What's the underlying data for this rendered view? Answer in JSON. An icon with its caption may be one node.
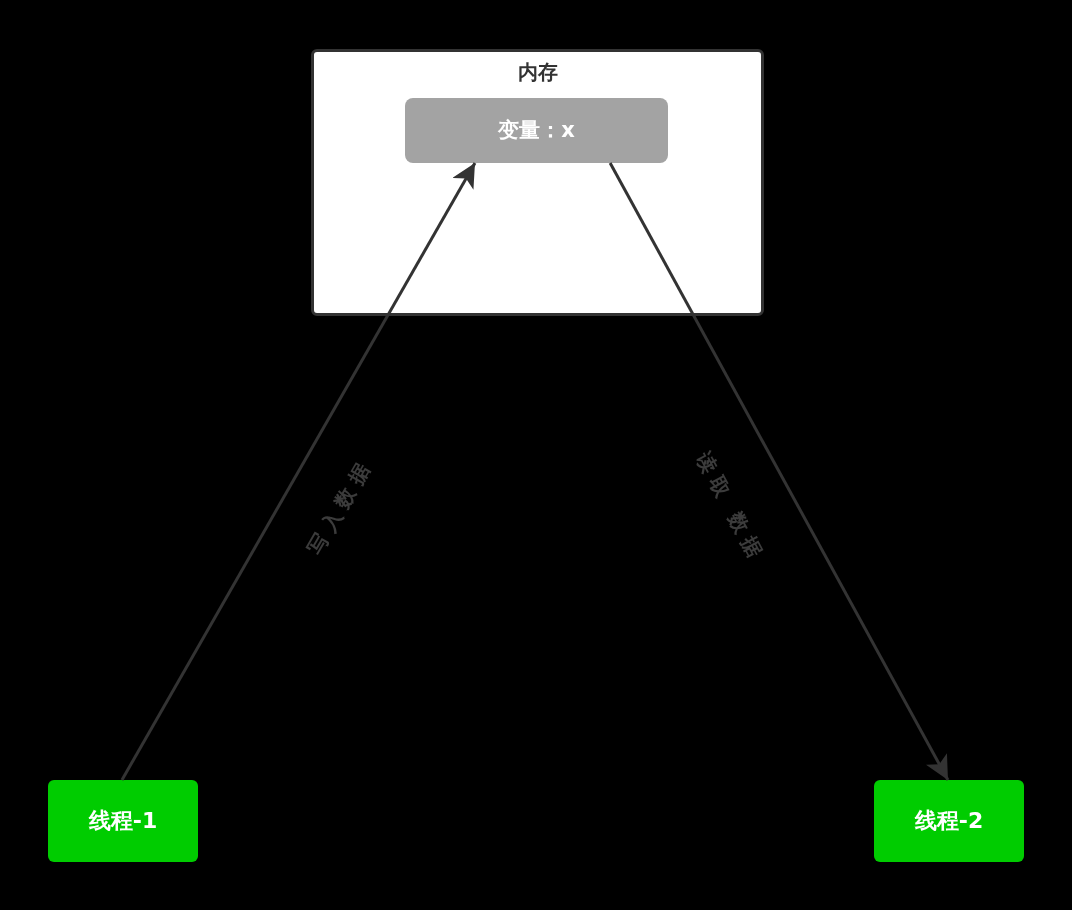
{
  "diagram": {
    "nodes": [
      {
        "text": [
          "内存"
        ]
      },
      {
        "text": [
          "变量：x"
        ],
        "in": 0
      },
      {
        "text": [
          "线程-1"
        ]
      },
      {
        "text": [
          "线程-2"
        ]
      }
    ],
    "edges": [
      {
        "from": 2,
        "to": 1,
        "arrow": "to",
        "label": "写入数据"
      },
      {
        "from": 1,
        "to": 3,
        "arrow": "to",
        "label": "读取 数据"
      }
    ]
  }
}
